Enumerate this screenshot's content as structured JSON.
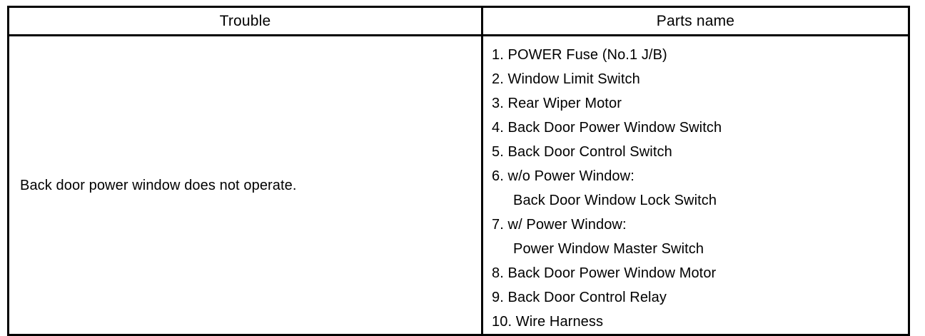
{
  "document": {
    "type": "service-manual-table",
    "background_color": "#ffffff",
    "ink_color": "#000000"
  },
  "table": {
    "columns": [
      {
        "key": "trouble",
        "header": "Trouble"
      },
      {
        "key": "parts",
        "header": "Parts name"
      }
    ],
    "rows": [
      {
        "trouble": "Back door power window does not operate.",
        "parts": [
          {
            "text": "1. POWER Fuse (No.1 J/B)",
            "indented": false
          },
          {
            "text": "2. Window Limit Switch",
            "indented": false
          },
          {
            "text": "3. Rear Wiper Motor",
            "indented": false
          },
          {
            "text": "4. Back Door Power Window Switch",
            "indented": false
          },
          {
            "text": "5. Back Door Control Switch",
            "indented": false
          },
          {
            "text": "6. w/o Power Window:",
            "indented": false
          },
          {
            "text": "Back Door Window Lock Switch",
            "indented": true
          },
          {
            "text": "7. w/ Power Window:",
            "indented": false
          },
          {
            "text": "Power Window Master Switch",
            "indented": true
          },
          {
            "text": "8. Back Door Power Window Motor",
            "indented": false
          },
          {
            "text": "9. Back Door Control Relay",
            "indented": false
          },
          {
            "text": "10. Wire Harness",
            "indented": false
          }
        ]
      }
    ]
  }
}
